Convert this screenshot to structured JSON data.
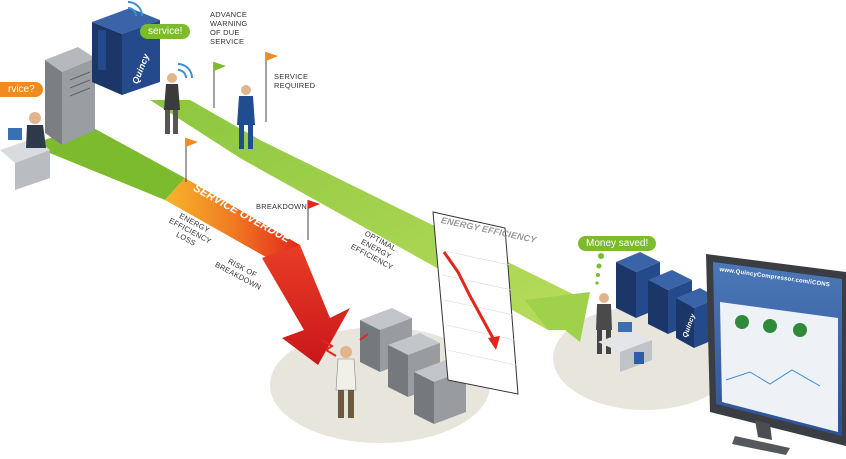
{
  "bubbles": {
    "service_left": "rvice?",
    "service_top": "service!",
    "money_saved": "Money saved!"
  },
  "labels": {
    "advance_warning": "ADVANCE\nWARNING\nOF DUE\nSERVICE",
    "service_required": "SERVICE\nREQUIRED",
    "breakdown": "BREAKDOWN",
    "service_overdue": "SERVICE OVERDUE",
    "energy_efficiency_loss": "ENERGY\nEFFICIENCY\nLOSS",
    "risk_of_breakdown": "RISK OF\nBREAKDOWN",
    "optimal_energy_efficiency": "OPTIMAL\nENERGY\nEFFICIENCY",
    "energy_efficiency_chart": "ENERGY EFFICIENCY"
  },
  "brand": {
    "compressor_brand": "Quincy",
    "monitor_url": "www.QuincyCompressor.com/iCONS"
  },
  "colors": {
    "green": "#7dbb2e",
    "orange": "#f28a22",
    "red": "#e2261c",
    "compressor_blue": "#1d3f7c",
    "grey_machine": "#8c8f93",
    "ground": "#e7e5dc"
  }
}
